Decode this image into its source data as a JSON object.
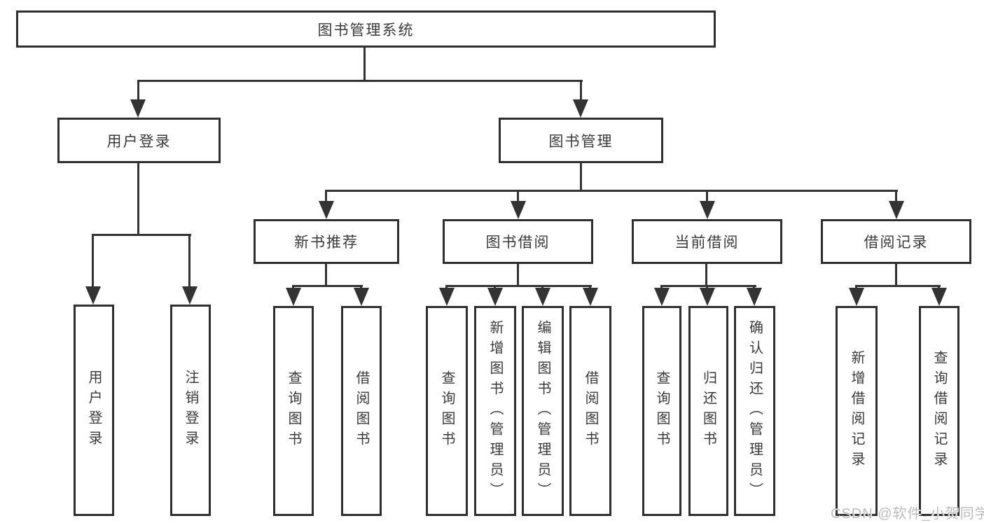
{
  "diagram": {
    "root": {
      "label": "图书管理系统"
    },
    "level1": [
      {
        "label": "用户登录"
      },
      {
        "label": "图书管理"
      }
    ],
    "level2": [
      {
        "label": "新书推荐"
      },
      {
        "label": "图书借阅"
      },
      {
        "label": "当前借阅"
      },
      {
        "label": "借阅记录"
      }
    ],
    "leaves": {
      "user_login": [
        "用户登录",
        "注销登录"
      ],
      "new_book": [
        "查询图书",
        "借阅图书"
      ],
      "book_borrow": [
        "查询图书",
        "新增图书（管理员）",
        "编辑图书（管理员）",
        "借阅图书"
      ],
      "current_borrow": [
        "查询图书",
        "归还图书",
        "确认归还（管理员）"
      ],
      "borrow_record": [
        "新增借阅记录",
        "查询借阅记录"
      ]
    }
  },
  "watermark": {
    "text": "CSDN @软件_小贺同学"
  },
  "colors": {
    "line": "#333333",
    "border": "#2f2f2f",
    "text": "#3a3a3a",
    "watermark": "#bcbcbc",
    "background": "#ffffff"
  }
}
